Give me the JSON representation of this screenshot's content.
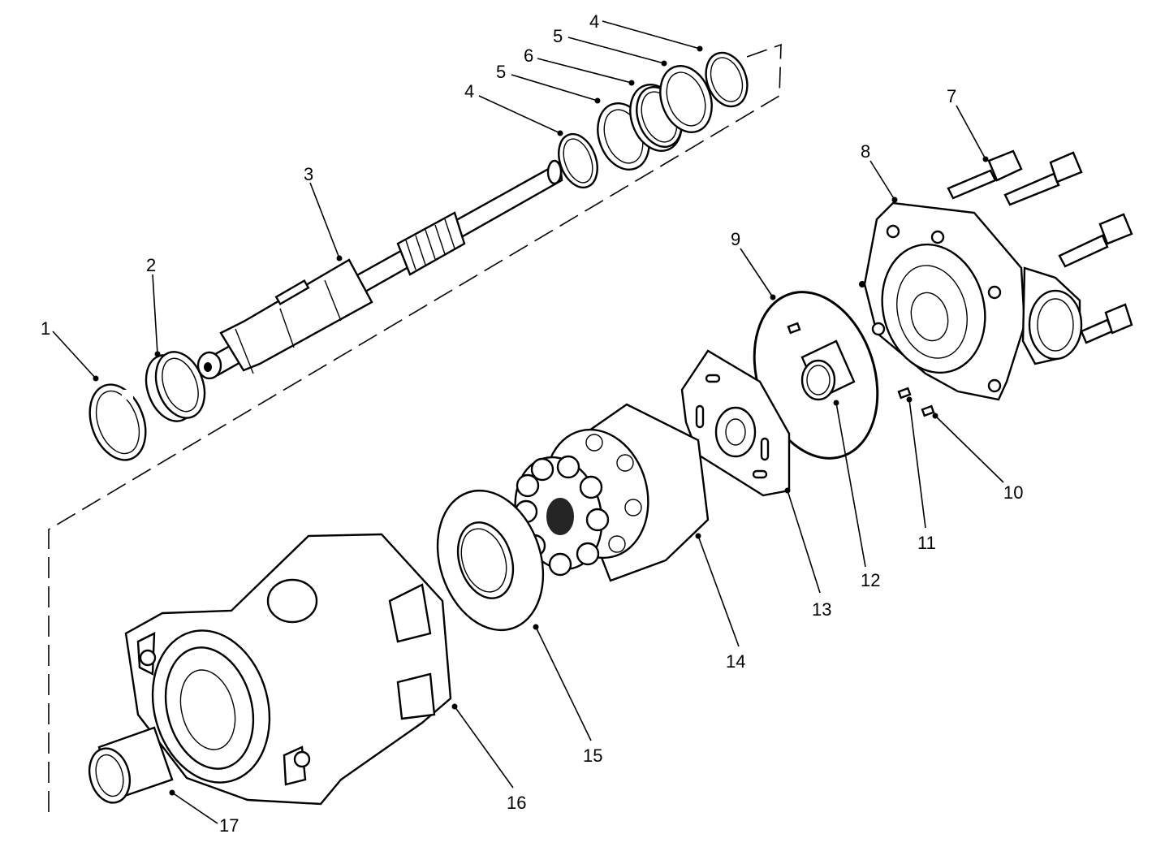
{
  "callouts": [
    {
      "id": "1",
      "text": "1"
    },
    {
      "id": "2",
      "text": "2"
    },
    {
      "id": "3",
      "text": "3"
    },
    {
      "id": "4a",
      "text": "4"
    },
    {
      "id": "4b",
      "text": "4"
    },
    {
      "id": "5a",
      "text": "5"
    },
    {
      "id": "5b",
      "text": "5"
    },
    {
      "id": "6",
      "text": "6"
    },
    {
      "id": "7",
      "text": "7"
    },
    {
      "id": "8",
      "text": "8"
    },
    {
      "id": "9",
      "text": "9"
    },
    {
      "id": "10",
      "text": "10"
    },
    {
      "id": "11",
      "text": "11"
    },
    {
      "id": "12",
      "text": "12"
    },
    {
      "id": "13",
      "text": "13"
    },
    {
      "id": "14",
      "text": "14"
    },
    {
      "id": "15",
      "text": "15"
    },
    {
      "id": "16",
      "text": "16"
    },
    {
      "id": "17",
      "text": "17"
    }
  ]
}
